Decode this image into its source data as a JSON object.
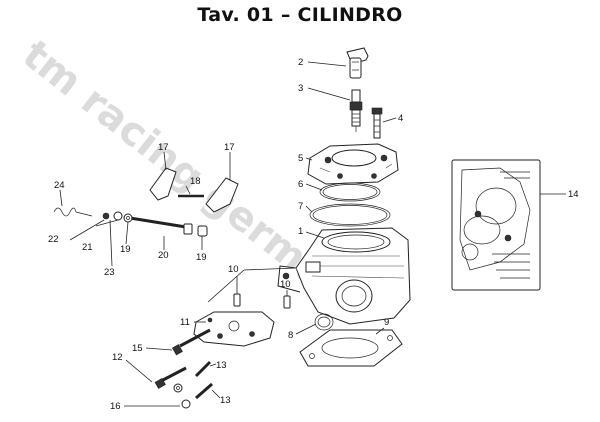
{
  "title": "Tav. 01 – CILINDRO",
  "watermark": "tm racing germany",
  "callouts": {
    "c1": "1",
    "c2": "2",
    "c3": "3",
    "c4": "4",
    "c5": "5",
    "c6": "6",
    "c7": "7",
    "c8": "8",
    "c9": "9",
    "c10a": "10",
    "c10b": "10",
    "c11": "11",
    "c12": "12",
    "c13a": "13",
    "c13b": "13",
    "c14": "14",
    "c15": "15",
    "c16": "16",
    "c17a": "17",
    "c17b": "17",
    "c18": "18",
    "c19a": "19",
    "c19b": "19",
    "c20": "20",
    "c21": "21",
    "c22": "22",
    "c23": "23",
    "c24": "24"
  }
}
